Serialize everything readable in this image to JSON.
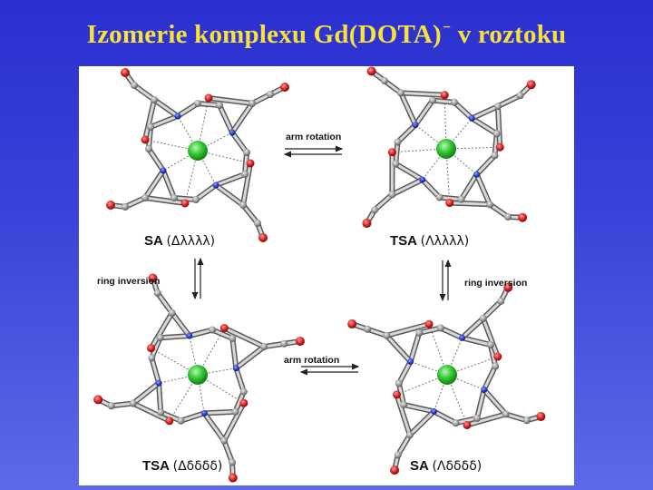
{
  "title": {
    "text": "Izomerie komplexu Gd(DOTA)",
    "charge": "−",
    "suffix": "v roztoku"
  },
  "arrows": {
    "top_label": "arm rotation",
    "bottom_label": "arm rotation",
    "left_label": "ring inversion",
    "right_label": "ring inversion"
  },
  "isomers": {
    "top_left": {
      "name": "SA",
      "config": "(Δλλλλ)"
    },
    "top_right": {
      "name": "TSA",
      "config": "(Λλλλλ)"
    },
    "bottom_left": {
      "name": "TSA",
      "config": "(Δδδδδ)"
    },
    "bottom_right": {
      "name": "SA",
      "config": "(Λδδδδ)"
    }
  },
  "colors": {
    "title": "#f6e23a",
    "gd": "#2fc42f",
    "nitrogen": "#2a3ccf",
    "oxygen": "#d42020",
    "carbon": "#8a8a8a"
  }
}
